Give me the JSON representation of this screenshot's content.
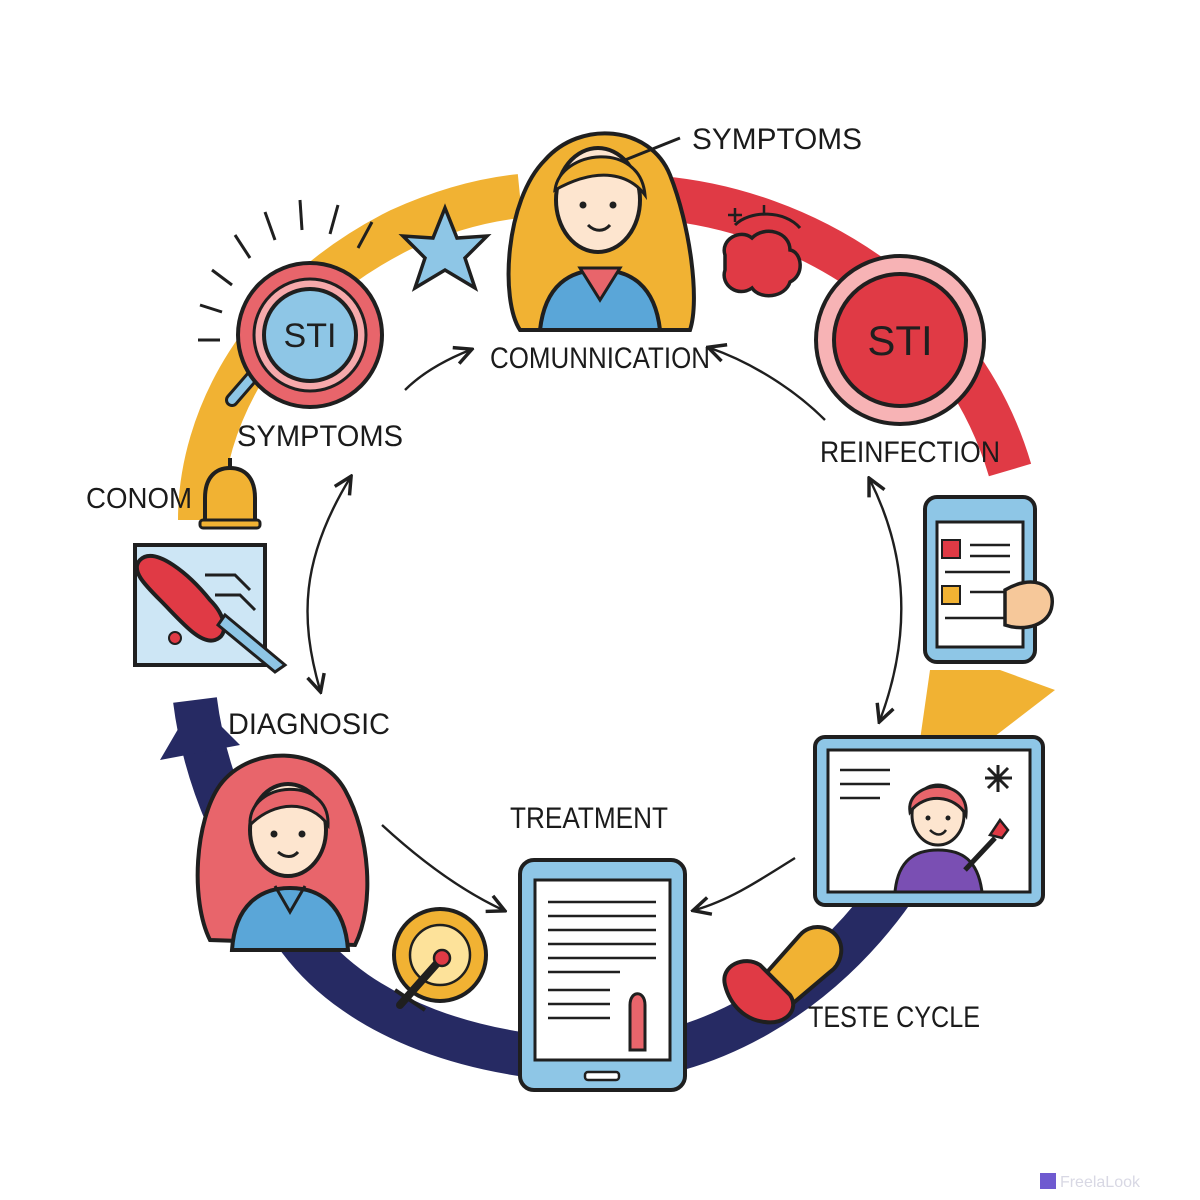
{
  "labels": {
    "symptoms_top": "SYMPTOMS",
    "communication": "COMUNNICATION",
    "symptoms_left": "SYMPTOMS",
    "reinfection": "REINFECTION",
    "conom": "CONOM",
    "diagnosic": "DIAGNOSIC",
    "treatment": "TREATMENT",
    "teste_cycle": "TESTE CYCLE"
  },
  "badges": {
    "sti_left": "STI",
    "sti_right": "STI"
  },
  "icons": [
    "woman-avatar-icon",
    "star-icon",
    "sti-badge-icon",
    "magnifier-icon",
    "bell-icon",
    "swab-card-icon",
    "red-blobs-icon",
    "sti-button-icon",
    "tablet-checklist-icon",
    "video-call-icon",
    "pill-capsule-icon",
    "tablet-report-icon",
    "red-hair-woman-icon",
    "syringe-badge-icon"
  ],
  "colors": {
    "yellow": "#f1b233",
    "red": "#e03a45",
    "navy": "#262a63",
    "pink": "#e8656b",
    "blue": "#8ec6e6",
    "outline": "#1f1f1f"
  },
  "watermark": "FreelaLook"
}
